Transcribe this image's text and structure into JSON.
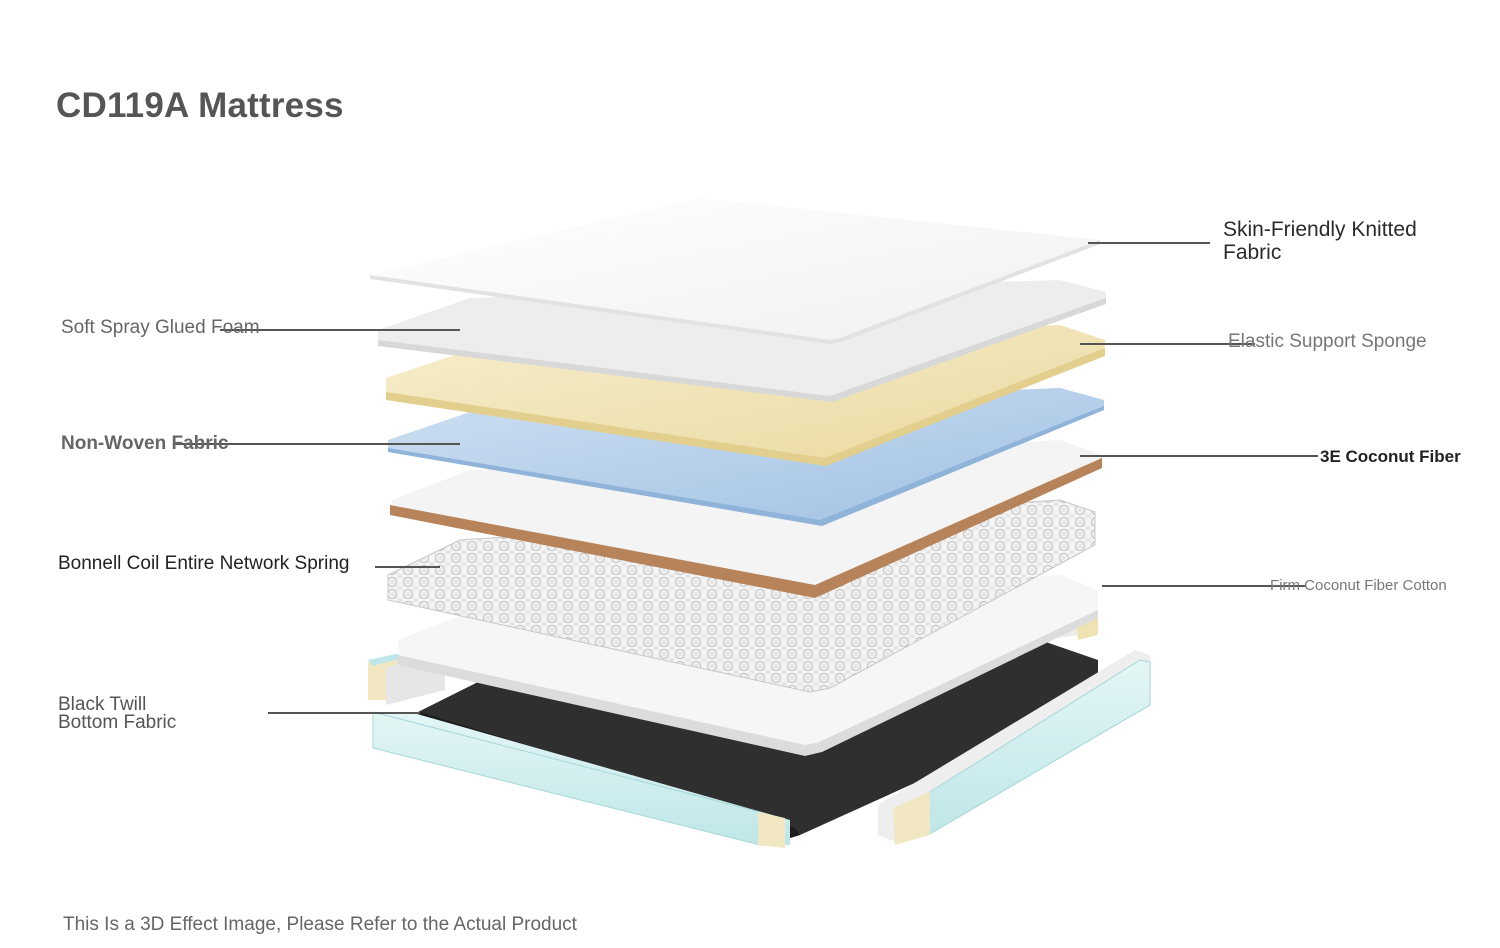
{
  "title": "CD119A Mattress",
  "layers": [
    {
      "id": "skin-friendly-knitted-fabric",
      "lines": [
        "Skin-Friendly Knitted",
        "Fabric"
      ],
      "side": "right",
      "color": "#f5f5f5"
    },
    {
      "id": "soft-spray-glued-foam",
      "lines": [
        "Soft Spray Glued Foam"
      ],
      "side": "left",
      "color": "#eeeeee"
    },
    {
      "id": "elastic-support-sponge",
      "lines": [
        "Elastic Support Sponge"
      ],
      "side": "right",
      "color": "#efe3b4"
    },
    {
      "id": "non-woven-fabric",
      "lines": [
        "Non-Woven Fabric"
      ],
      "side": "left",
      "color": "#aecbe6"
    },
    {
      "id": "3e-coconut-fiber",
      "lines": [
        "3E Coconut Fiber"
      ],
      "side": "right",
      "color": "#b7835a"
    },
    {
      "id": "bonnell-coil-entire-network-spring",
      "lines": [
        "Bonnell Coil Entire Network Spring"
      ],
      "side": "left",
      "color": "#cfcfcf"
    },
    {
      "id": "firm-coconut-fiber-cotton",
      "lines": [
        "Firm Coconut Fiber Cotton"
      ],
      "side": "right",
      "color": "#f2f2f2"
    },
    {
      "id": "black-twill-bottom-fabric",
      "lines": [
        "Black Twill",
        "Bottom Fabric"
      ],
      "side": "left",
      "color": "#333333"
    }
  ],
  "footnote": "This Is a 3D Effect Image, Please Refer to the Actual Product"
}
